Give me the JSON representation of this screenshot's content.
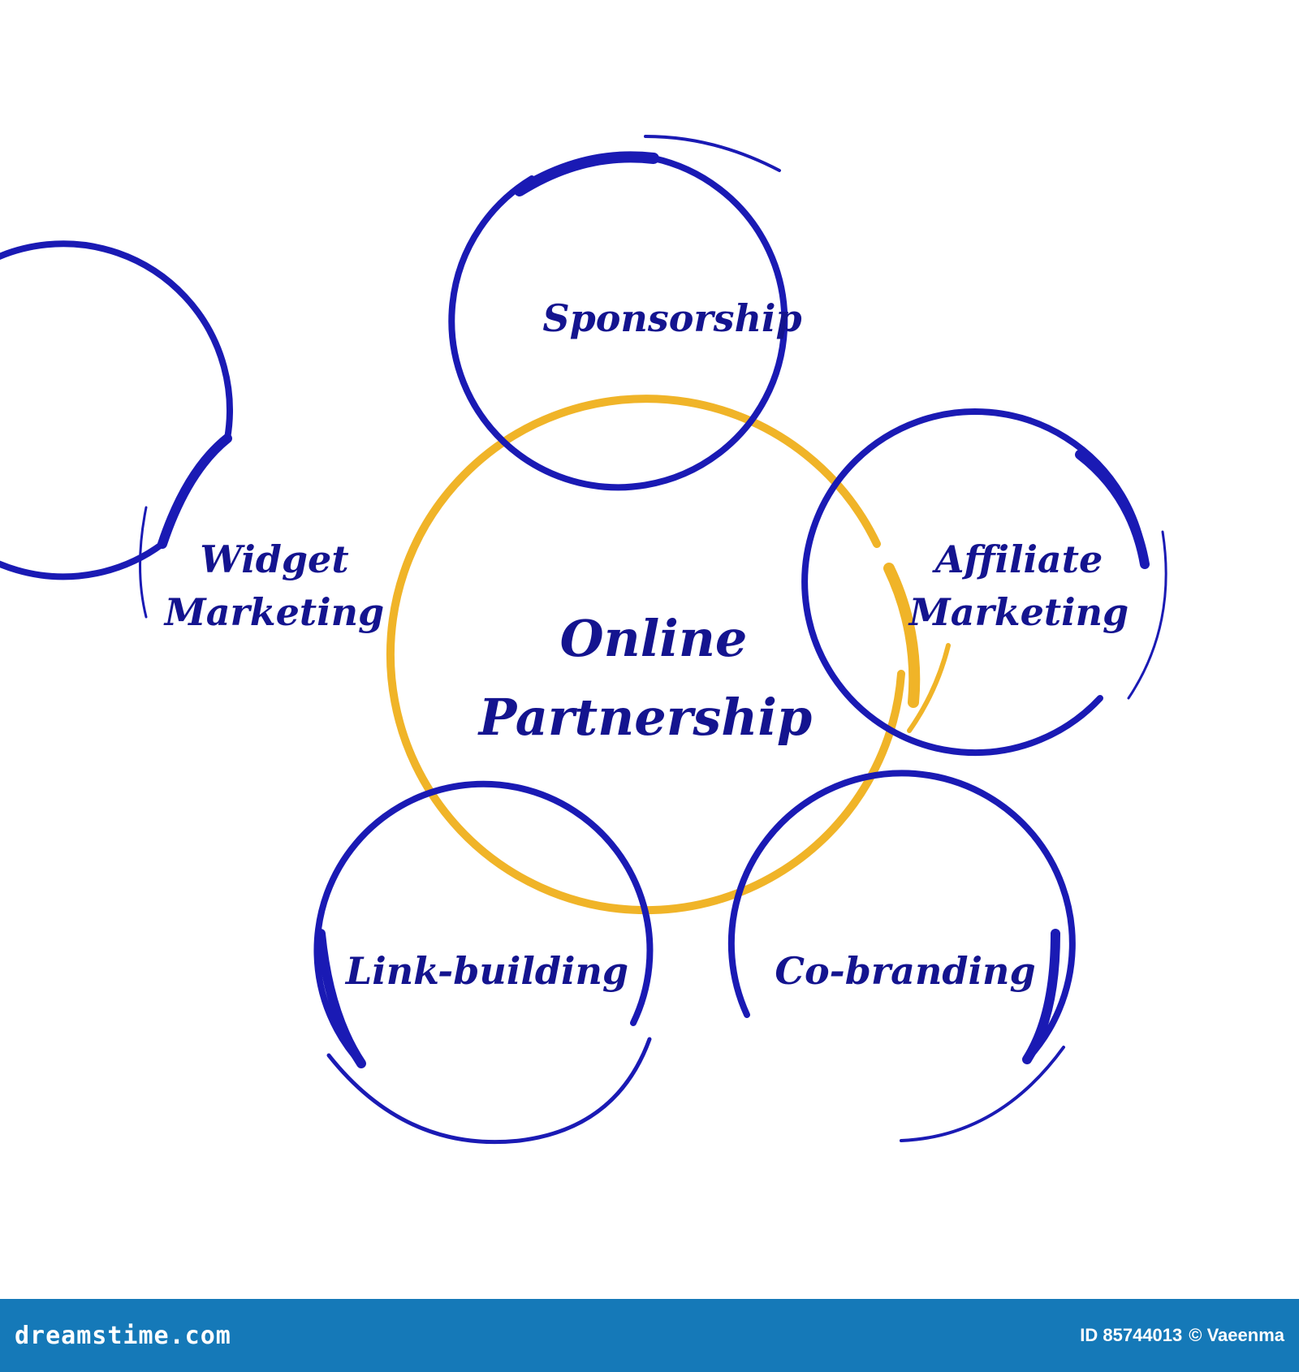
{
  "diagram": {
    "center_label_line1": "Online",
    "center_label_line2": "Partnership",
    "nodes": [
      {
        "id": "sponsorship",
        "lines": [
          "Sponsorship"
        ]
      },
      {
        "id": "widget-marketing",
        "lines": [
          "Widget",
          "Marketing"
        ]
      },
      {
        "id": "affiliate-marketing",
        "lines": [
          "Affiliate",
          "Marketing"
        ]
      },
      {
        "id": "link-building",
        "lines": [
          "Link-building"
        ]
      },
      {
        "id": "co-branding",
        "lines": [
          "Co-branding"
        ]
      }
    ],
    "colors": {
      "circle_stroke": "#1a1ab4",
      "center_stroke": "#f0b428",
      "label_text": "#14148f"
    }
  },
  "footer": {
    "brand": "dreamstime.com",
    "id_text": "ID 85744013",
    "credit_text": "© Vaeenma",
    "background": "#1579b8"
  }
}
